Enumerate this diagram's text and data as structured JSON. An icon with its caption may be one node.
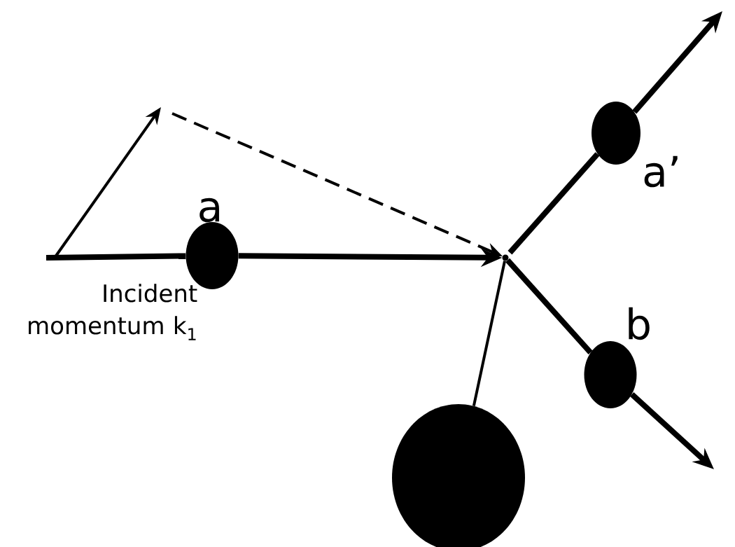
{
  "diagram": {
    "nodes": [
      {
        "text": [],
        "shape": "circle",
        "beside": [
          "a"
        ]
      },
      {
        "text": [],
        "shape": "dot"
      },
      {
        "text": [],
        "shape": "circle",
        "beside": [
          "a’"
        ]
      },
      {
        "text": [],
        "shape": "circle",
        "beside": [
          "b"
        ]
      },
      {
        "text": [],
        "shape": "circle"
      }
    ],
    "edges": [
      {
        "from": null,
        "to": 0,
        "arrow": "none"
      },
      {
        "from": 0,
        "to": 1,
        "arrow": "to"
      },
      {
        "from": 1,
        "to": 2,
        "arrow": "none"
      },
      {
        "from": 2,
        "to": null,
        "arrow": "to"
      },
      {
        "from": 1,
        "to": 3,
        "arrow": "none"
      },
      {
        "from": 3,
        "to": null,
        "arrow": "to"
      },
      {
        "from": 1,
        "to": 4,
        "arrow": "none"
      }
    ],
    "labels": [
      "Incident momentum k$_{1}$"
    ]
  }
}
